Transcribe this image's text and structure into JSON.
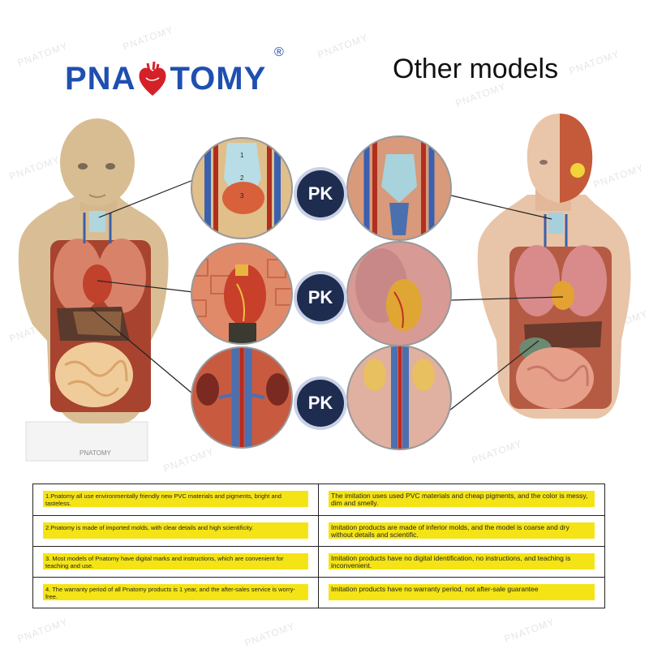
{
  "brand": {
    "name_part1": "PNA",
    "name_part2": "TOMY",
    "registered": "®",
    "logo_colors": {
      "text": "#1f4fb0",
      "heart": "#d42128"
    }
  },
  "headings": {
    "other_models": "Other models"
  },
  "badges": {
    "pk_label": "PK"
  },
  "watermark": "PNATOMY",
  "base_label": "PNATOMY",
  "comparison": [
    {
      "pnatomy": "1.Pnatomy all use environmentally friendly new PVC materials and pigments, bright and tasteless.",
      "imitation": "The imitation uses used PVC materials and cheap pigments, and the color is messy, dim and smelly."
    },
    {
      "pnatomy": "2.Pnatomy is made of imported molds, with clear details and high scientificity.",
      "imitation": "Imitation products are made of inferior molds, and the model is coarse and dry without details and scientific."
    },
    {
      "pnatomy": "3. Most models of Pnatomy have digital marks and instructions, which are convenient for teaching and use.",
      "imitation": "Imitation products have no digital identification, no instructions, and teaching is inconvenient."
    },
    {
      "pnatomy": "4. The warranty period of all Pnatomy products is 1 year, and the after-sales service is worry-free.",
      "imitation": "Imitation products have no warranty period, not after-sale guarantee"
    }
  ],
  "colors": {
    "highlight": "#f5e415",
    "pk_badge": "#1e2c50",
    "left_skin": "#d8bd93",
    "right_skin": "#e8c4a8"
  }
}
